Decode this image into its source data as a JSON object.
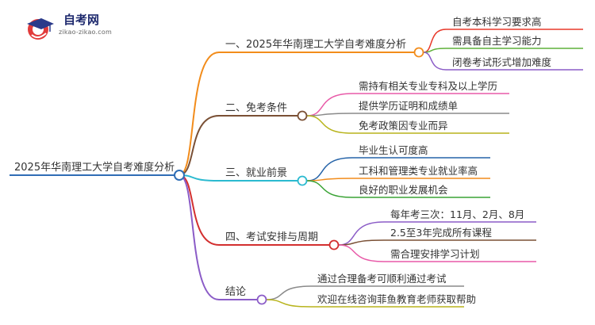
{
  "logo": {
    "title": "自考网",
    "url": "zikao-zikao.com",
    "icon": "graduation-cap-icon"
  },
  "root": {
    "label": "2025年华南理工大学自考难度分析",
    "color": "#2f6db5"
  },
  "branches": [
    {
      "label": "一、2025年华南理工大学自考难度分析",
      "color": "#f28c1b",
      "leaves": [
        {
          "label": "自考本科学习要求高",
          "color": "#e8392a"
        },
        {
          "label": "需具备自主学习能力",
          "color": "#5fb13a"
        },
        {
          "label": "闭卷考试形式增加难度",
          "color": "#8b5cc7"
        }
      ]
    },
    {
      "label": "二、免考条件",
      "color": "#7a5035",
      "leaves": [
        {
          "label": "需持有相关专业专科及以上学历",
          "color": "#e85aa8"
        },
        {
          "label": "提供学历证明和成绩单",
          "color": "#8a8a8a"
        },
        {
          "label": "免考政策因专业而异",
          "color": "#b8b41c"
        }
      ]
    },
    {
      "label": "三、就业前景",
      "color": "#2bbad0",
      "leaves": [
        {
          "label": "毕业生认可度高",
          "color": "#2563a8"
        },
        {
          "label": "工科和管理类专业就业率高",
          "color": "#f28c1b"
        },
        {
          "label": "良好的职业发展机会",
          "color": "#3aa335"
        }
      ]
    },
    {
      "label": "四、考试安排与周期",
      "color": "#d32f2f",
      "leaves": [
        {
          "label": "每年考三次：11月、2月、8月",
          "color": "#8b5cc7"
        },
        {
          "label": "2.5至3年完成所有课程",
          "color": "#7a5035"
        },
        {
          "label": "需合理安排学习计划",
          "color": "#e85aa8"
        }
      ]
    },
    {
      "label": "结论",
      "color": "#8b5cc7",
      "leaves": [
        {
          "label": "通过合理备考可顺利通过考试",
          "color": "#8a8a8a"
        },
        {
          "label": "欢迎在线咨询菲鱼教育老师获取帮助",
          "color": "#b8b41c"
        }
      ]
    }
  ]
}
